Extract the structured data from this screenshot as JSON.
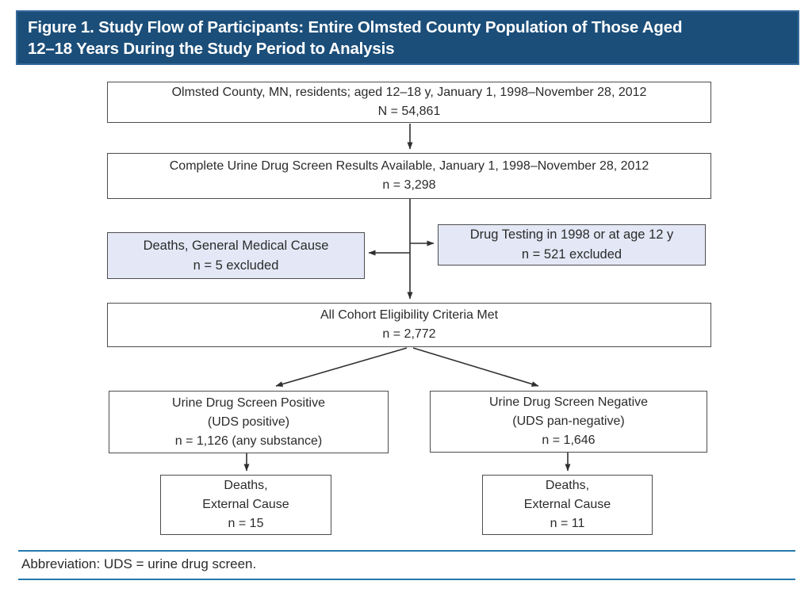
{
  "header": {
    "title_line1": "Figure 1. Study Flow of Participants: Entire Olmsted County Population of Those Aged",
    "title_line2": "12–18 Years During the Study Period to Analysis"
  },
  "diagram": {
    "boxes": {
      "population": {
        "line1": "Olmsted County, MN, residents; aged 12–18 y, January 1, 1998–November 28, 2012",
        "line2": "N = 54,861"
      },
      "uds_available": {
        "line1": "Complete Urine Drug Screen Results Available, January 1, 1998–November 28, 2012",
        "line2": "n = 3,298"
      },
      "deaths_medical": {
        "line1": "Deaths, General Medical Cause",
        "line2": "n = 5 excluded"
      },
      "drug_testing": {
        "line1": "Drug Testing in 1998 or at age 12 y",
        "line2": "n = 521 excluded"
      },
      "eligibility": {
        "line1": "All Cohort Eligibility Criteria Met",
        "line2": "n = 2,772"
      },
      "uds_positive": {
        "line1": "Urine Drug Screen Positive",
        "line2": "(UDS positive)",
        "line3": "n = 1,126 (any substance)"
      },
      "uds_negative": {
        "line1": "Urine Drug Screen Negative",
        "line2": "(UDS pan-negative)",
        "line3": "n = 1,646"
      },
      "deaths_external_positive": {
        "line1": "Deaths,",
        "line2": "External Cause",
        "line3": "n = 15"
      },
      "deaths_external_negative": {
        "line1": "Deaths,",
        "line2": "External Cause",
        "line3": "n = 11"
      }
    }
  },
  "footer": {
    "abbreviation": "Abbreviation: UDS = urine drug screen."
  },
  "colors": {
    "banner_fill": "#1b4e79",
    "banner_border": "#34699b",
    "box_border": "#4d4d4d",
    "shaded_fill": "#e4e8f6",
    "rule": "#2579ad",
    "text": "#2b2b2b"
  }
}
